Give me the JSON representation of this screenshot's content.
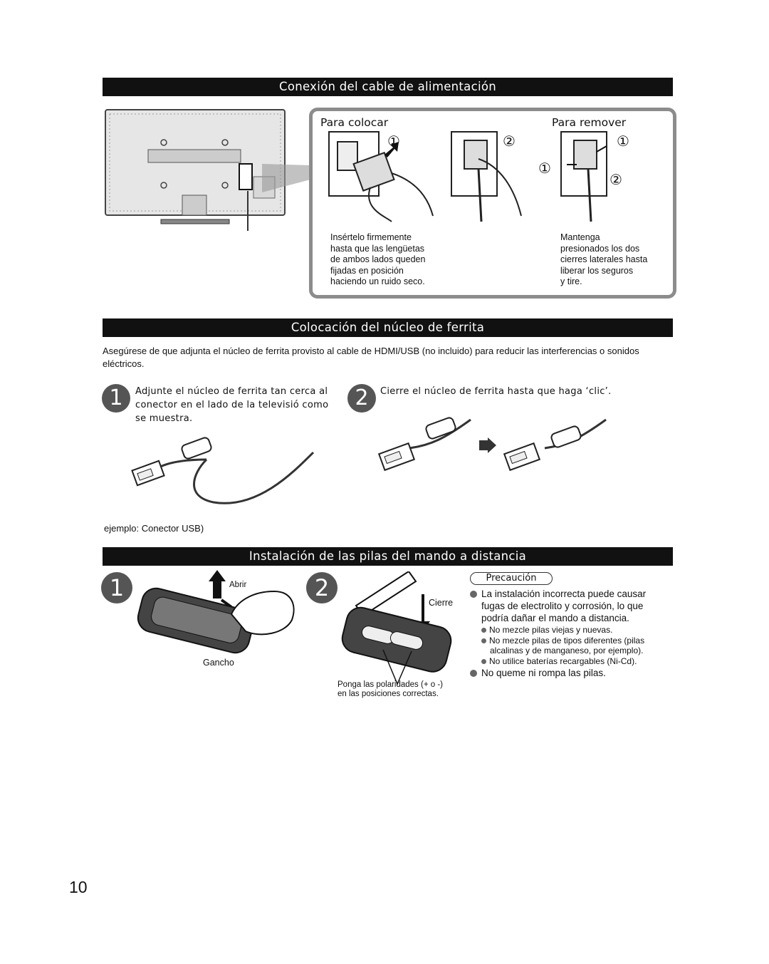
{
  "sections": {
    "power": "Conexión del cable de alimentación",
    "ferrite": "Colocación del núcleo de ferrita",
    "batteries": "Instalación de las pilas del mando a distancia"
  },
  "power": {
    "place_title": "Para colocar",
    "remove_title": "Para remover",
    "place_lines": [
      "Insértelo firmemente",
      "hasta que las lengüetas",
      "de ambos lados queden",
      "fijadas en posición",
      "haciendo un ruido seco."
    ],
    "remove_lines": [
      "Mantenga",
      "presionados los dos",
      "cierres laterales hasta",
      "liberar los seguros",
      "y tire."
    ],
    "mark1": "①",
    "mark2": "②"
  },
  "ferrite": {
    "intro": "Asegúrese de que adjunta el núcleo de ferrita provisto al cable de HDMI/USB (no incluido) para reducir las interferencias o sonidos eléctricos.",
    "step1_num": "1",
    "step1_lines": [
      "Adjunte el núcleo de ferrita tan cerca al",
      "conector en el lado de la televisió como",
      "se muestra."
    ],
    "step2_num": "2",
    "step2_text": "Cierre el núcleo de ferrita hasta que haga ‘clic’.",
    "example": "ejemplo: Conector USB)"
  },
  "batteries": {
    "step1_num": "1",
    "step2_num": "2",
    "open_label": "Abrir",
    "hook_label": "Gancho",
    "close_label": "Cierre",
    "polarity_lines": [
      "Ponga las polaridades (+ o -)",
      "en las posiciones correctas."
    ],
    "caution_label": "Precaución",
    "caution_main": "La instalación incorrecta puede causar fugas de electrolito y corrosión, lo que podría dañar el mando a distancia.",
    "caution_sub": [
      "No mezcle pilas viejas y nuevas.",
      "No mezcle pilas de tipos diferentes (pilas alcalinas y de manganeso, por ejemplo).",
      "No utilice baterías recargables (Ni-Cd)."
    ],
    "caution_last": "No queme ni rompa las pilas."
  },
  "page_number": "10"
}
